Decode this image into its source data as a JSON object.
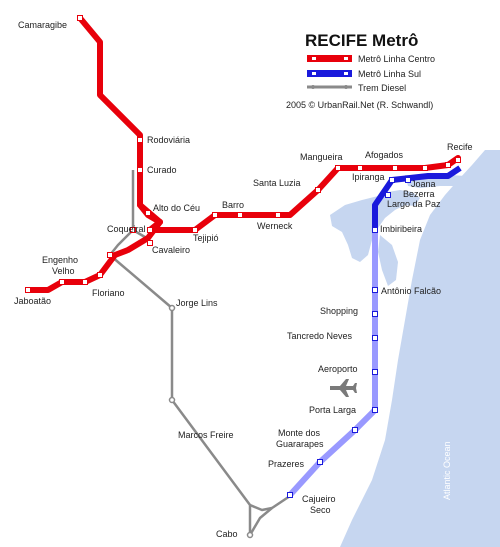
{
  "map": {
    "title": "RECIFE Metrô",
    "credit": "2005 © UrbanRail.Net (R. Schwandl)",
    "ocean_label": "Atlantic Ocean",
    "colors": {
      "linha_centro": "#e8000b",
      "linha_sul": "#1a1adc",
      "linha_sul_planned": "#9999ff",
      "trem_diesel": "#8a8a8a",
      "water": "#c6d6f0",
      "station_fill": "#ffffff"
    },
    "legend": [
      {
        "label": "Metrô Linha Centro",
        "color": "#e8000b"
      },
      {
        "label": "Metrô Linha Sul",
        "color": "#1a1adc"
      },
      {
        "label": "Trem Diesel",
        "color": "#8a8a8a"
      }
    ],
    "stations": {
      "camaragibe": "Camaragibe",
      "rodoviaria": "Rodoviária",
      "curado": "Curado",
      "alto_do_ceu": "Alto do Céu",
      "barro": "Barro",
      "santa_luzia": "Santa Luzia",
      "mangueira": "Mangueira",
      "afogados": "Afogados",
      "recife": "Recife",
      "ipiranga": "Ipiranga",
      "joana_bezerra_1": "Joana",
      "joana_bezerra_2": "Bezerra",
      "largo_da_paz": "Largo da Paz",
      "werneck": "Werneck",
      "tejipio": "Tejipió",
      "coqueiral": "Coqueiral",
      "cavaleiro": "Cavaleiro",
      "engenho_velho_1": "Engenho",
      "engenho_velho_2": "Velho",
      "floriano": "Floriano",
      "jaboatao": "Jaboatão",
      "jorge_lins": "Jorge Lins",
      "imbiribeira": "Imbiribeira",
      "antonio_falcao": "Antônio Falcão",
      "shopping": "Shopping",
      "tancredo_neves": "Tancredo Neves",
      "aeroporto": "Aeroporto",
      "porta_larga": "Porta Larga",
      "monte_1": "Monte dos",
      "monte_2": "Guararapes",
      "marcos_freire": "Marcos Freire",
      "prazeres": "Prazeres",
      "cajueiro_1": "Cajueiro",
      "cajueiro_2": "Seco",
      "cabo": "Cabo"
    }
  }
}
